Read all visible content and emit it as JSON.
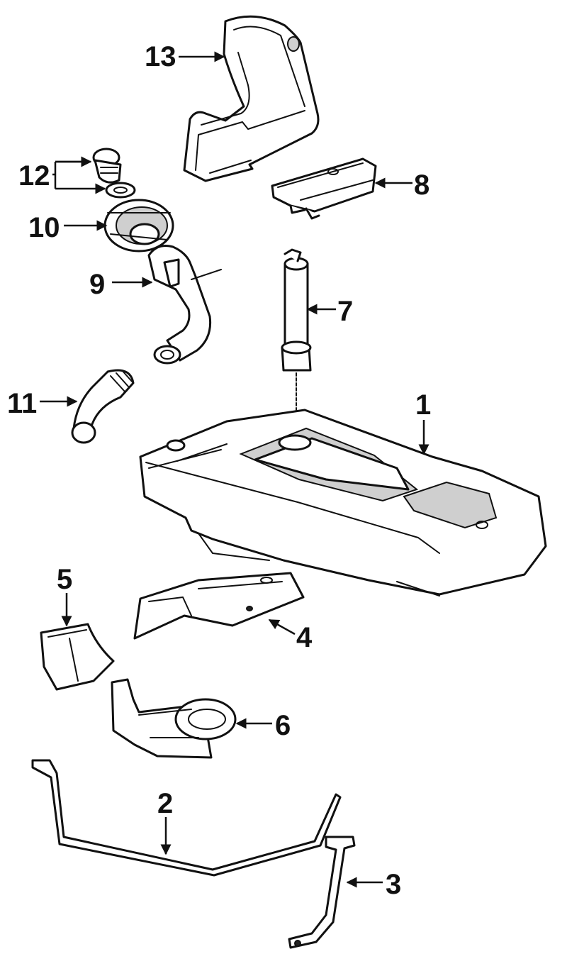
{
  "callouts": {
    "c1": "1",
    "c2": "2",
    "c3": "3",
    "c4": "4",
    "c5": "5",
    "c6": "6",
    "c7": "7",
    "c8": "8",
    "c9": "9",
    "c10": "10",
    "c11": "11",
    "c12": "12",
    "c13": "13"
  },
  "colors": {
    "line": "#111111",
    "background": "#ffffff",
    "shade": "#cfcfcf"
  }
}
